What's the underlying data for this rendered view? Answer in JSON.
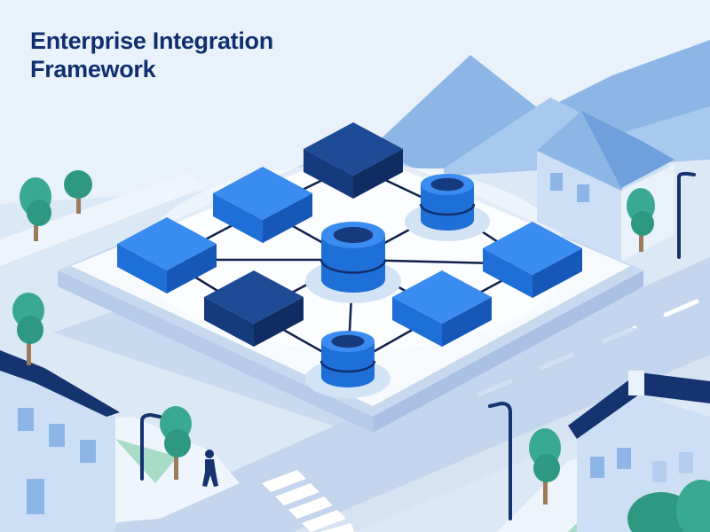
{
  "title": {
    "line1": "Enterprise Integration",
    "line2": "Framework"
  },
  "colors": {
    "sky": "#e9f2fb",
    "mountain_dark": "#8db6e6",
    "mountain_light": "#b3cff0",
    "ground": "#dbe8f6",
    "road": "#c3d6ee",
    "platform_top": "#f7fafd",
    "platform_side": "#c7d9ef",
    "node_blue": "#1f6fd8",
    "node_navy": "#163a7e",
    "connector": "#10204a",
    "tree": "#3aa994",
    "house_wall": "#cddff4",
    "house_roof": "#15336f",
    "title": "#0f2f6e"
  },
  "diagram": {
    "nodes": [
      {
        "id": "top",
        "shape": "cube",
        "color": "navy"
      },
      {
        "id": "left-upper",
        "shape": "cube",
        "color": "blue"
      },
      {
        "id": "right-upper",
        "shape": "cylinder",
        "color": "blue"
      },
      {
        "id": "left",
        "shape": "cube",
        "color": "blue"
      },
      {
        "id": "center",
        "shape": "cylinder",
        "color": "blue"
      },
      {
        "id": "right",
        "shape": "cube",
        "color": "blue"
      },
      {
        "id": "left-lower",
        "shape": "cube",
        "color": "navy"
      },
      {
        "id": "right-lower",
        "shape": "cube",
        "color": "blue"
      },
      {
        "id": "bottom",
        "shape": "cylinder",
        "color": "blue"
      }
    ],
    "edges": [
      [
        "top",
        "left-upper"
      ],
      [
        "top",
        "right-upper"
      ],
      [
        "left-upper",
        "left"
      ],
      [
        "left-upper",
        "center"
      ],
      [
        "right-upper",
        "center"
      ],
      [
        "right-upper",
        "right"
      ],
      [
        "left",
        "center"
      ],
      [
        "center",
        "right"
      ],
      [
        "left",
        "left-lower"
      ],
      [
        "center",
        "left-lower"
      ],
      [
        "center",
        "right-lower"
      ],
      [
        "right",
        "right-lower"
      ],
      [
        "center",
        "bottom"
      ],
      [
        "left-lower",
        "bottom"
      ],
      [
        "right-lower",
        "bottom"
      ]
    ]
  }
}
